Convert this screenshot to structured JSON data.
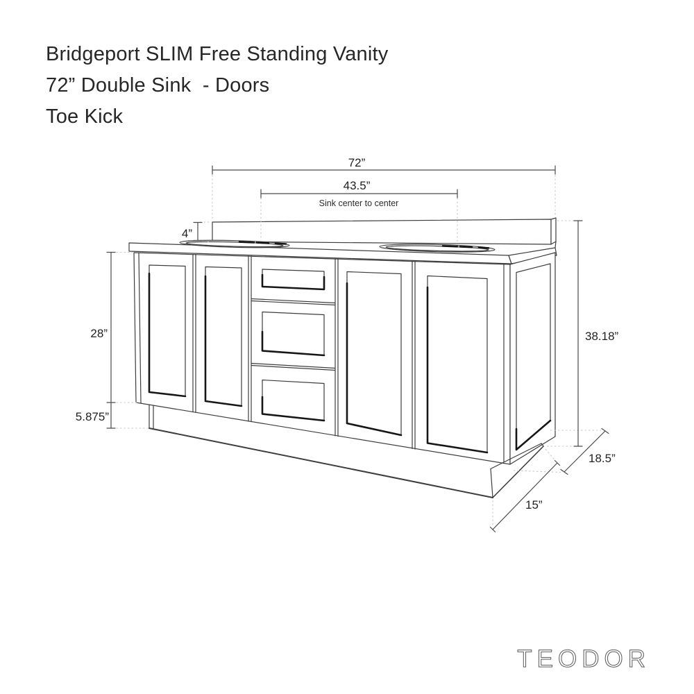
{
  "title": {
    "line1": "Bridgeport SLIM Free Standing Vanity",
    "line2": "72” Double Sink  - Doors",
    "line3": "Toe Kick"
  },
  "dimensions": {
    "overall_width": "72”",
    "sink_center_to_center": "43.5”",
    "sink_center_note": "Sink center to center",
    "backsplash_height": "4”",
    "door_height": "28”",
    "toe_kick_height": "5.875”",
    "overall_height": "38.18”",
    "cabinet_depth": "18.5”",
    "toe_kick_depth": "15”"
  },
  "brand": "TEODOR",
  "colors": {
    "background": "#ffffff",
    "drawing_line": "#3d3d3d",
    "dimension_line": "#4a4a4a",
    "extension_line": "#c9c9c9",
    "text": "#1f1f1f",
    "brand_text": "#5a5a5a"
  }
}
